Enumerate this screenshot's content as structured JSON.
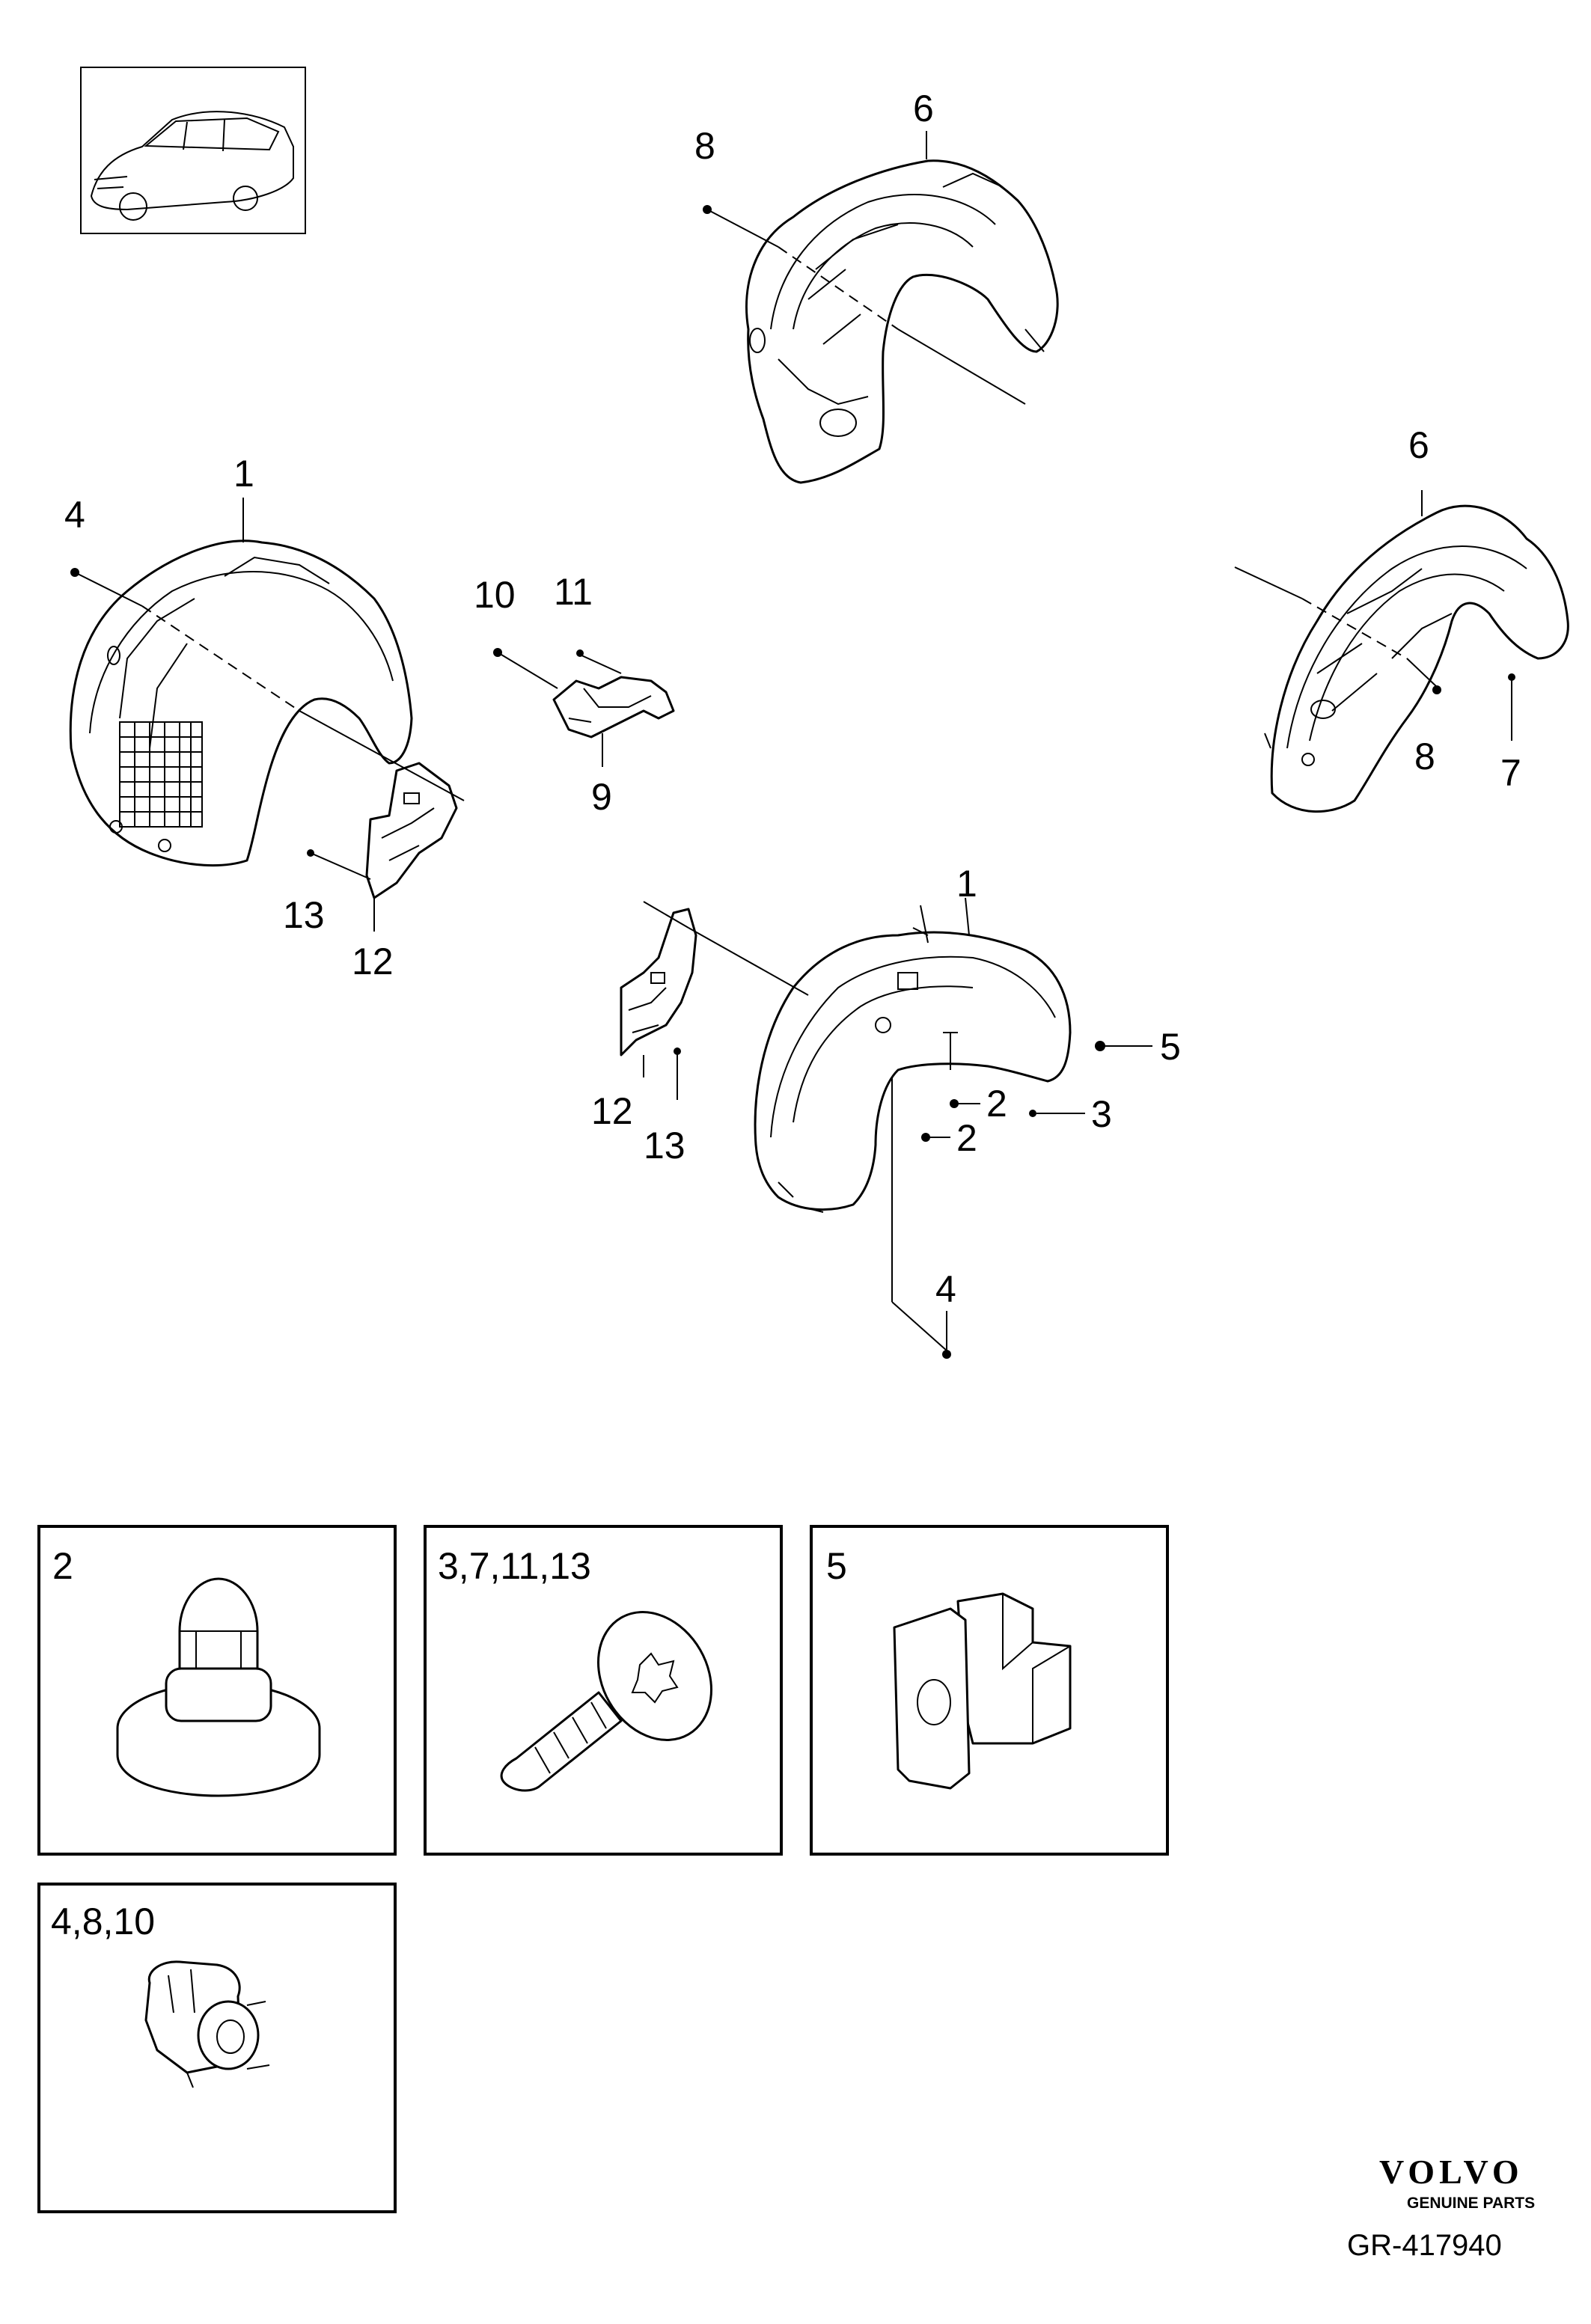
{
  "callouts": {
    "c1_top": "1",
    "c1_bottom": "1",
    "c2_a": "2",
    "c2_b": "2",
    "c3": "3",
    "c4_left": "4",
    "c4_bottom": "4",
    "c5": "5",
    "c6_top": "6",
    "c6_right": "6",
    "c7": "7",
    "c8_top": "8",
    "c8_right": "8",
    "c9": "9",
    "c10": "10",
    "c11": "11",
    "c12_left": "12",
    "c12_bottom": "12",
    "c13_left": "13",
    "c13_bottom": "13"
  },
  "detail_boxes": [
    {
      "label": "2",
      "icon": "push-rivet-icon"
    },
    {
      "label": "3,7,11,13",
      "icon": "torx-screw-icon"
    },
    {
      "label": "5",
      "icon": "clip-nut-icon"
    },
    {
      "label": "4,8,10",
      "icon": "snap-nut-icon"
    }
  ],
  "branding": {
    "logo": "VOLVO",
    "tagline": "GENUINE PARTS",
    "reference": "GR-417940"
  },
  "icons": {
    "thumbnail": "car-thumbnail-icon"
  }
}
